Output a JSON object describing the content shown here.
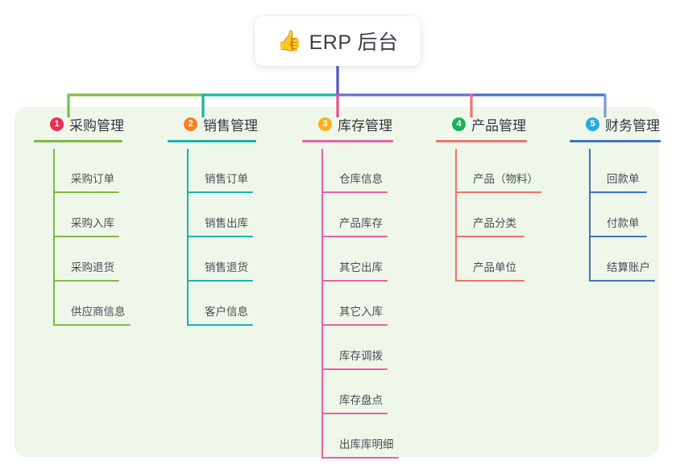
{
  "diagram": {
    "type": "tree-mindmap",
    "root": {
      "icon": "thumbs-up-icon",
      "emoji": "👍",
      "title": "ERP 后台"
    },
    "panel_background": "#EFF7EA",
    "page_background": "#FFFFFF",
    "trunk_color": "#4F54C8",
    "bus": [
      {
        "name": "bus-segment-green",
        "color": "#7DBB42"
      },
      {
        "name": "bus-segment-teal",
        "color": "#15B6AE"
      },
      {
        "name": "bus-segment-purple",
        "color": "#6A6FD4"
      },
      {
        "name": "bus-segment-blue",
        "color": "#3C72C6"
      }
    ],
    "columns": [
      {
        "index": "1",
        "title": "采购管理",
        "badge_color": "#EA2F52",
        "accent": "#7DBB42",
        "drop_color": "#7DBB42",
        "rule_width": 110,
        "leaves": [
          {
            "label": "采购订单",
            "rule_width": 82
          },
          {
            "label": "采购入库",
            "rule_width": 82
          },
          {
            "label": "采购退货",
            "rule_width": 82
          },
          {
            "label": "供应商信息",
            "rule_width": 96
          }
        ]
      },
      {
        "index": "2",
        "title": "销售管理",
        "badge_color": "#F58220",
        "accent": "#15B6AE",
        "drop_color": "#15B6AE",
        "rule_width": 110,
        "leaves": [
          {
            "label": "销售订单",
            "rule_width": 82
          },
          {
            "label": "销售出库",
            "rule_width": 82
          },
          {
            "label": "销售退货",
            "rule_width": 82
          },
          {
            "label": "客户信息",
            "rule_width": 82
          }
        ]
      },
      {
        "index": "3",
        "title": "库存管理",
        "badge_color": "#F5B120",
        "accent": "#EC5FA5",
        "drop_color": "#EC4B90",
        "rule_width": 113,
        "leaves": [
          {
            "label": "仓库信息",
            "rule_width": 82
          },
          {
            "label": "产品库存",
            "rule_width": 82
          },
          {
            "label": "其它出库",
            "rule_width": 82
          },
          {
            "label": "其它入库",
            "rule_width": 82
          },
          {
            "label": "库存调拨",
            "rule_width": 82
          },
          {
            "label": "库存盘点",
            "rule_width": 82
          },
          {
            "label": "出库库明细",
            "rule_width": 96
          }
        ]
      },
      {
        "index": "4",
        "title": "产品管理",
        "badge_color": "#19B35A",
        "accent": "#F4706A",
        "drop_color": "#F4706A",
        "rule_width": 113,
        "leaves": [
          {
            "label": "产品（物料）",
            "rule_width": 107
          },
          {
            "label": "产品分类",
            "rule_width": 86
          },
          {
            "label": "产品单位",
            "rule_width": 86
          }
        ]
      },
      {
        "index": "5",
        "title": "财务管理",
        "badge_color": "#29ABE2",
        "accent": "#3C72C6",
        "drop_color": "#7C9AD8",
        "rule_width": 113,
        "leaves": [
          {
            "label": "回款单",
            "rule_width": 72
          },
          {
            "label": "付款单",
            "rule_width": 72
          },
          {
            "label": "结算账户",
            "rule_width": 82
          }
        ]
      }
    ]
  }
}
